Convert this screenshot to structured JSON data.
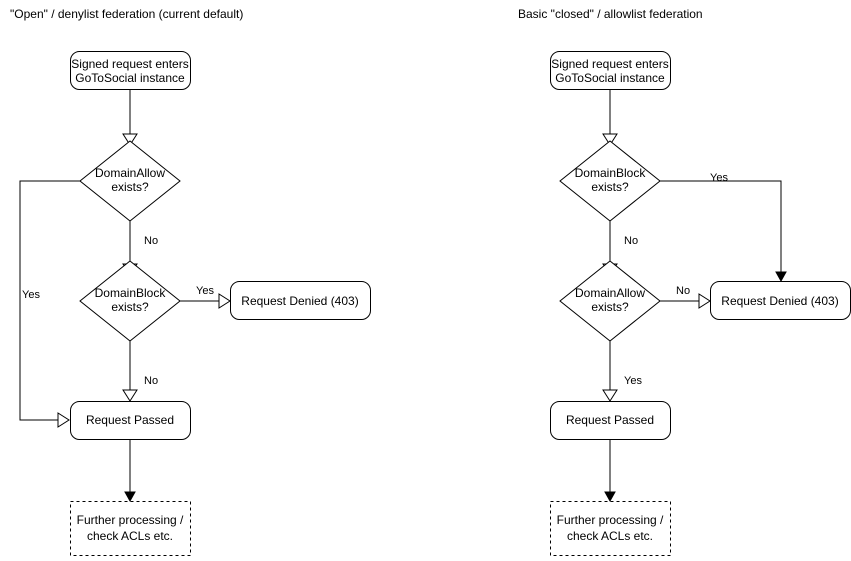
{
  "page": {
    "background": "#ffffff",
    "stroke_color": "#000000",
    "text_color": "#000000"
  },
  "diagrams": [
    {
      "id": "open-denylist",
      "title": "\"Open\" / denylist federation (current default)",
      "nodes": {
        "entry": "Signed request enters\nGoToSocial instance",
        "entry_line1": "Signed request enters",
        "entry_line2": "GoToSocial instance",
        "decision1_line1": "DomainAllow",
        "decision1_line2": "exists?",
        "decision2_line1": "DomainBlock",
        "decision2_line2": "exists?",
        "denied": "Request Denied (403)",
        "passed": "Request Passed",
        "further_line1": "Further processing /",
        "further_line2": "check ACLs etc."
      },
      "edges": {
        "allow_yes": "Yes",
        "allow_no": "No",
        "block_yes": "Yes",
        "block_no": "No"
      }
    },
    {
      "id": "closed-allowlist",
      "title": "Basic \"closed\" / allowlist federation",
      "nodes": {
        "entry": "Signed request enters\nGoToSocial instance",
        "entry_line1": "Signed request enters",
        "entry_line2": "GoToSocial instance",
        "decision1_line1": "DomainBlock",
        "decision1_line2": "exists?",
        "decision2_line1": "DomainAllow",
        "decision2_line2": "exists?",
        "denied": "Request Denied (403)",
        "passed": "Request Passed",
        "further_line1": "Further processing /",
        "further_line2": "check ACLs etc."
      },
      "edges": {
        "block_yes": "Yes",
        "block_no": "No",
        "allow_no": "No",
        "allow_yes": "Yes"
      }
    }
  ]
}
